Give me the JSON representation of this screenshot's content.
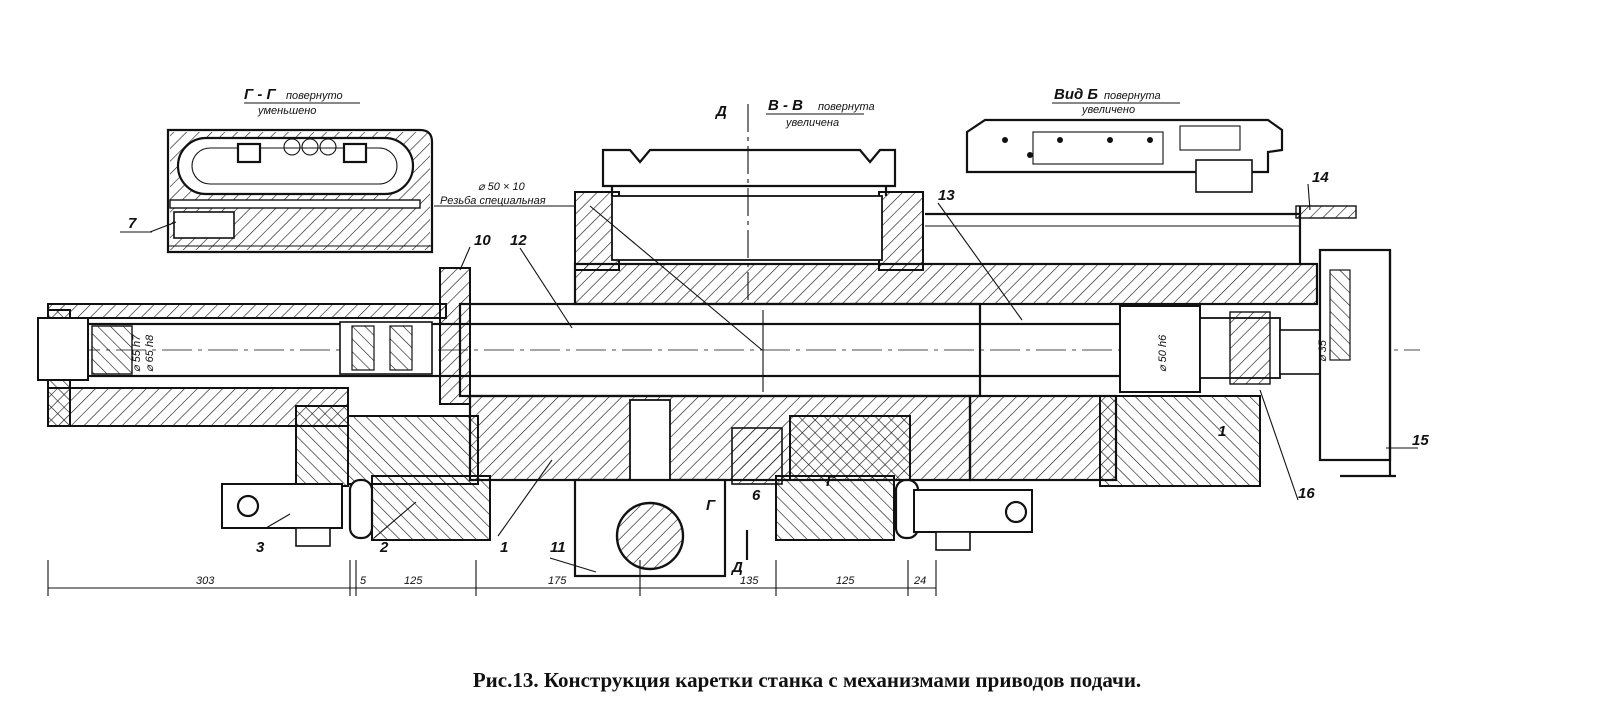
{
  "caption": "Рис.13. Конструкция каретки станка с механизмами приводов подачи.",
  "views": {
    "section_gg": {
      "title": "Г - Г",
      "note1": "повернуто",
      "note2": "уменьшено"
    },
    "section_vv": {
      "title": "В - В",
      "note1": "повернута",
      "note2": "увеличена"
    },
    "view_b": {
      "title": "Вид Б",
      "note1": "повернута",
      "note2": "увеличено"
    }
  },
  "section_markers": {
    "d_top": "Д",
    "d_bottom": "Д",
    "g_left": "Г",
    "g_right": "Г"
  },
  "thread_note": {
    "size": "⌀ 50 × 10",
    "text": "Резьба специальная"
  },
  "diameters": {
    "d1": "⌀ 55 h7",
    "d2": "⌀ 65 h8",
    "d3": "⌀ 50 h6",
    "d4": "⌀ 35"
  },
  "part_labels": {
    "p1": "1",
    "p1b": "1",
    "p2": "2",
    "p3": "3",
    "p6": "6",
    "p7": "7",
    "p10": "10",
    "p11": "11",
    "p12": "12",
    "p13": "13",
    "p14": "14",
    "p15": "15",
    "p16": "16"
  },
  "dimensions": [
    "303",
    "5",
    "125",
    "175",
    "135",
    "125",
    "24"
  ]
}
